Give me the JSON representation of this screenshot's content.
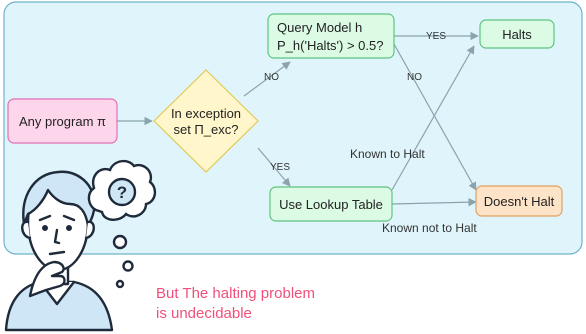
{
  "colors": {
    "panel_fill": "#dff5fb",
    "panel_stroke": "#6fb3c9",
    "input_fill": "#fdd6ec",
    "input_stroke": "#e06fb3",
    "decision_fill": "#fff6cc",
    "decision_stroke": "#e2c95a",
    "process_fill": "#dcfbe4",
    "process_stroke": "#5fc482",
    "halts_fill": "#dcfbe4",
    "doesnt_fill": "#fde3c7",
    "doesnt_stroke": "#e2a160",
    "caption": "#f0507a",
    "line": "#8aa3ad"
  },
  "nodes": {
    "input": "Any program π",
    "decision_line1": "In exception",
    "decision_line2": "set Π_exc?",
    "query_line1": "Query Model h",
    "query_line2": "P_h('Halts') > 0.5?",
    "lookup": "Use Lookup Table",
    "halts": "Halts",
    "doesnt_halt": "Doesn't Halt"
  },
  "edges": {
    "no_to_query": "NO",
    "yes_to_lookup": "YES",
    "query_yes": "YES",
    "query_no": "NO",
    "known_halt": "Known to Halt",
    "known_not_halt": "Known not to Halt"
  },
  "caption": {
    "line1": "But The halting problem",
    "line2": "is undecidable"
  },
  "icons": {
    "thinking_person": "thinking-person-icon",
    "thought_bubble": "thought-bubble-icon",
    "question_mark": "?"
  }
}
